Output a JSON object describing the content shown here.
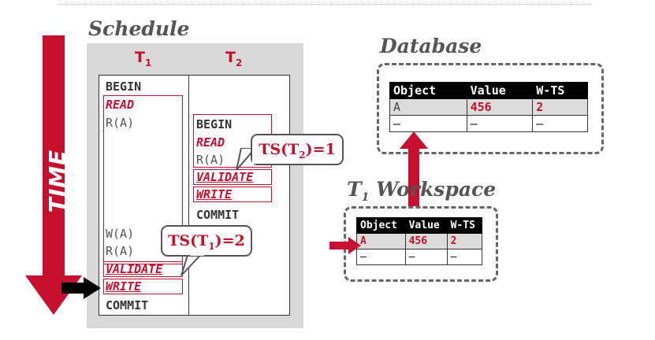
{
  "time_label": "TIME",
  "schedule": {
    "title": "Schedule",
    "t1_head": "T",
    "t1_sub": "1",
    "t2_head": "T",
    "t2_sub": "2",
    "t1_ops": {
      "begin": "BEGIN",
      "read": "READ",
      "ra": "R(A)",
      "wa": "W(A)",
      "ra2": "R(A)",
      "validate": "VALIDATE",
      "write": "WRITE",
      "commit": "COMMIT"
    },
    "t2_ops": {
      "begin": "BEGIN",
      "read": "READ",
      "ra": "R(A)",
      "validate": "VALIDATE",
      "write": "WRITE",
      "commit": "COMMIT"
    },
    "callout_t2": {
      "pre": "TS(T",
      "sub": "2",
      "post": ")=1"
    },
    "callout_t1": {
      "pre": "TS(T",
      "sub": "1",
      "post": ")=2"
    }
  },
  "database": {
    "title": "Database",
    "headers": [
      "Object",
      "Value",
      "W-TS"
    ],
    "rows": [
      [
        "A",
        "456",
        "2"
      ],
      [
        "–",
        "–",
        "–"
      ]
    ]
  },
  "workspace": {
    "title_pre": "T",
    "title_sub": "1",
    "title_post": " Workspace",
    "headers": [
      "Object",
      "Value",
      "W-TS"
    ],
    "rows": [
      [
        "A",
        "456",
        "2"
      ],
      [
        "–",
        "–",
        "–"
      ]
    ]
  },
  "colors": {
    "accent": "#c8102e",
    "dark": "#000000",
    "panel": "#d9d9d9"
  }
}
